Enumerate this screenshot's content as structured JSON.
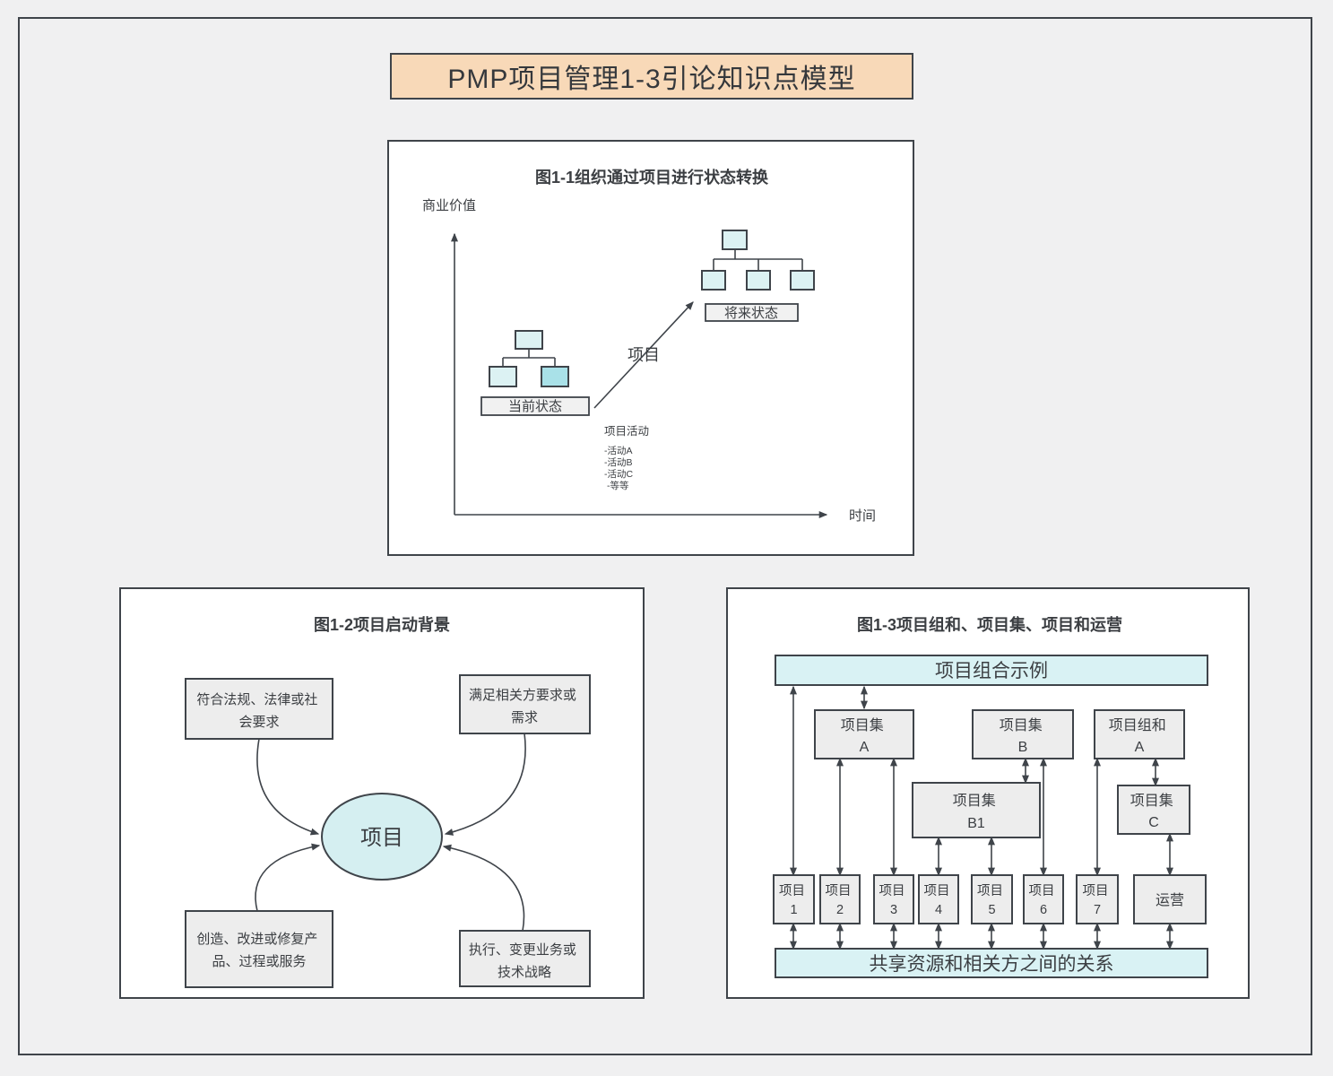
{
  "page": {
    "title": "PMP项目管理1-3引论知识点模型"
  },
  "colors": {
    "background": "#f0f0f1",
    "title_fill": "#f8d9b8",
    "border_dark": "#3f444a",
    "light_cyan": "#dcf2f3",
    "dark_cyan": "#a9e1e8",
    "box_gray": "#ededed",
    "banner_cyan": "#d9f2f4"
  },
  "figure1": {
    "title": "图1-1组织通过项目进行状态转换",
    "y_axis_label": "商业价值",
    "x_axis_label": "时间",
    "current_state_label": "当前状态",
    "future_state_label": "将来状态",
    "transition_arrow_label": "项目",
    "activities_title": "项目活动",
    "activities": [
      "-活动A",
      "-活动B",
      "-活动C",
      "-等等"
    ]
  },
  "figure2": {
    "title": "图1-2项目启动背景",
    "center_label": "项目",
    "top_left": {
      "line1": "符合法规、法律或社",
      "line2": "会要求"
    },
    "top_right": {
      "line1": "满足相关方要求或",
      "line2": "需求"
    },
    "bottom_left": {
      "line1": "创造、改进或修复产",
      "line2": "品、过程或服务"
    },
    "bottom_right": {
      "line1": "执行、变更业务或",
      "line2": "技术战略"
    }
  },
  "figure3": {
    "title": "图1-3项目组和、项目集、项目和运营",
    "top_banner": "项目组合示例",
    "bottom_banner": "共享资源和相关方之间的关系",
    "program_a": {
      "line1": "项目集",
      "line2": "A"
    },
    "program_b": {
      "line1": "项目集",
      "line2": "B"
    },
    "portfolio_a": {
      "line1": "项目组和",
      "line2": "A"
    },
    "program_b1": {
      "line1": "项目集",
      "line2": "B1"
    },
    "program_c": {
      "line1": "项目集",
      "line2": "C"
    },
    "projects": [
      {
        "line1": "项目",
        "line2": "1"
      },
      {
        "line1": "项目",
        "line2": "2"
      },
      {
        "line1": "项目",
        "line2": "3"
      },
      {
        "line1": "项目",
        "line2": "4"
      },
      {
        "line1": "项目",
        "line2": "5"
      },
      {
        "line1": "项目",
        "line2": "6"
      },
      {
        "line1": "项目",
        "line2": "7"
      }
    ],
    "operations_label": "运营"
  }
}
